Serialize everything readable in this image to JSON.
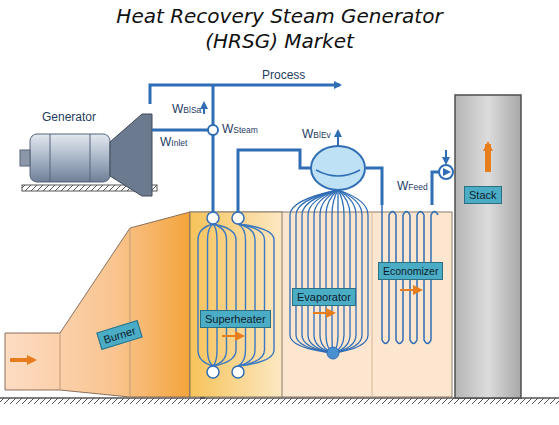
{
  "diagram": {
    "title": "Heat Recovery Steam Generator (HRSG) Market",
    "nodes": [
      {
        "text": [
          "Burner"
        ]
      },
      {
        "text": [
          "Superheater"
        ]
      },
      {
        "text": [
          "Evaporator"
        ]
      },
      {
        "text": [
          "Economizer"
        ]
      },
      {
        "text": [
          "Stack"
        ]
      }
    ],
    "labels": [
      "Process",
      "Generator",
      "WBlSa",
      "WSteam",
      "WInlet",
      "WBlEv",
      "WFeed"
    ]
  }
}
